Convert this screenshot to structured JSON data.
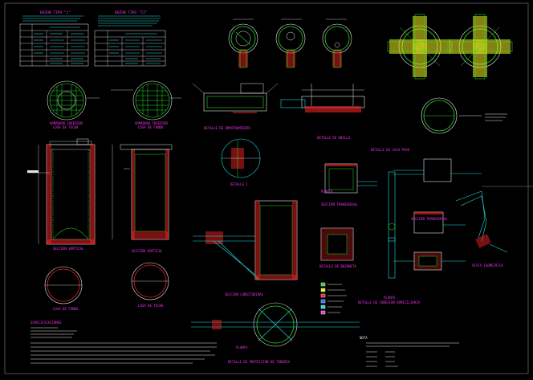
{
  "sheet": {
    "background": "#000000",
    "colors": {
      "green": "#22dd22",
      "cyan": "#22dddd",
      "white": "#e6e6e6",
      "magenta": "#ee33ee",
      "red": "#ee2222",
      "yellow": "#eeee22",
      "blue": "#3366ff"
    }
  },
  "tables": {
    "left_title": "BUZON TIPO \"I\"",
    "right_title": "BUZON TIPO \"II\""
  },
  "titles": {
    "armadura_techo": "ARMADURA INFERIOR",
    "armadura_techo_sub": "LOSA DE TECHO",
    "armadura_fondo": "ARMADURA INFERIOR",
    "armadura_fondo_sub": "LOSA DE FONDO",
    "empotramiento": "DETALLE DE EMPOTRAMIENTO",
    "anillo": "DETALLE DE ANILLO",
    "seccion_vertical_1": "SECCION VERTICAL",
    "seccion_vertical_2": "SECCION VERTICAL",
    "detalle_1": "DETALLE 1",
    "caja_pase": "DETALLE DE CAJA PASE",
    "losa_fondo": "LOSA DE FONDO",
    "losa_techo": "LOSA DE TECHO",
    "seccion_longitudinal": "SECCION LONGITUDINAL",
    "seccion_transversal": "SECCION TRANSVERSAL",
    "planta_buzon": "DETALLE DE BUZONETA",
    "seccion_transversal_2": "SECCION TRANSVERSAL",
    "vista_isometrica": "VISTA ISOMETRICA",
    "planta": "PLANTA",
    "conexion": "DETALLE DE CONEXION DOMICILIARIA",
    "planta_2": "PLANTA",
    "planta_3": "PLANTA",
    "proteccion": "DETALLE DE PROTECCION DE TUBERIA",
    "especificaciones": "ESPECIFICACIONES",
    "notas": "NOTA"
  }
}
